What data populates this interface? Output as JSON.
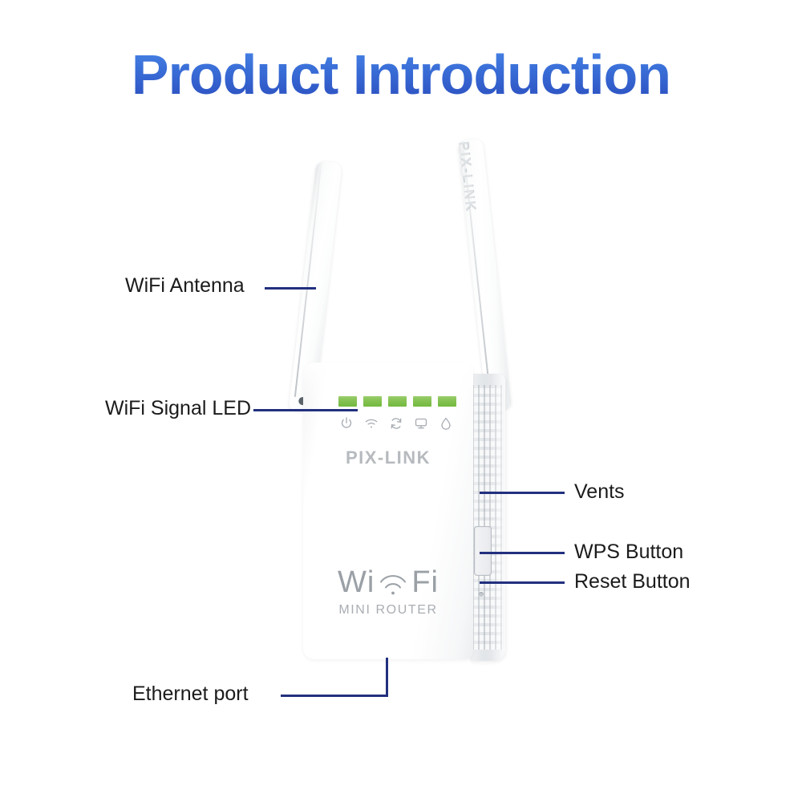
{
  "page": {
    "title": "Product Introduction",
    "background_color": "#ffffff",
    "title_gradient_from": "#4a86e8",
    "title_gradient_to": "#2a4bbd"
  },
  "colors": {
    "leader_line": "#22307e",
    "label_text": "#1b1b1b",
    "led_green": "#7ac24a",
    "device_body": "#ffffff",
    "brand_text": "#b6babe"
  },
  "annotations": [
    {
      "id": "wifi-antenna",
      "label": "WiFi Antenna",
      "side": "left"
    },
    {
      "id": "wifi-signal-led",
      "label": "WiFi Signal LED",
      "side": "left"
    },
    {
      "id": "ethernet-port",
      "label": "Ethernet port",
      "side": "left"
    },
    {
      "id": "vents",
      "label": "Vents",
      "side": "right"
    },
    {
      "id": "wps-button",
      "label": "WPS Button",
      "side": "right"
    },
    {
      "id": "reset-button",
      "label": "Reset Button",
      "side": "right"
    }
  ],
  "device": {
    "brand": "PIX-LINK",
    "antenna_brand": "PIX-LINK",
    "logo_left": "Wi",
    "logo_right": "Fi",
    "logo_subtitle": "MINI ROUTER",
    "led_count": 5,
    "leds": [
      {
        "name": "power-led",
        "icon": "power-icon",
        "state": "on",
        "color": "#7ac24a"
      },
      {
        "name": "wifi-led",
        "icon": "wifi-icon",
        "state": "on",
        "color": "#7ac24a"
      },
      {
        "name": "repeat-led",
        "icon": "repeat-icon",
        "state": "on",
        "color": "#7ac24a"
      },
      {
        "name": "lan-led",
        "icon": "monitor-icon",
        "state": "on",
        "color": "#7ac24a"
      },
      {
        "name": "wps-led",
        "icon": "wps-icon",
        "state": "on",
        "color": "#7ac24a"
      }
    ]
  }
}
